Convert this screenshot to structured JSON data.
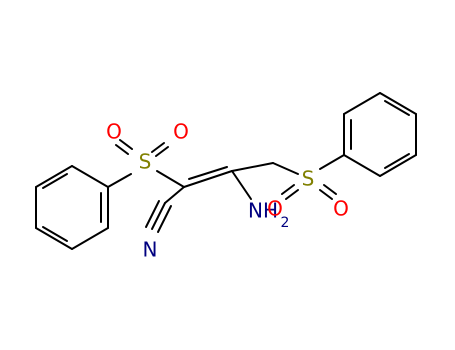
{
  "molecule": {
    "colors": {
      "bond": "#000000",
      "sulfur": "#808000",
      "oxygen": "#ff0000",
      "nitrogen": "#000080"
    },
    "atoms": {
      "s_left": "S",
      "o_left_a": "O",
      "o_left_b": "O",
      "s_right": "S",
      "o_right_a": "O",
      "o_right_b": "O",
      "n_nitrile": "N",
      "amine_symbol": "NH",
      "amine_subscript": "2"
    }
  }
}
